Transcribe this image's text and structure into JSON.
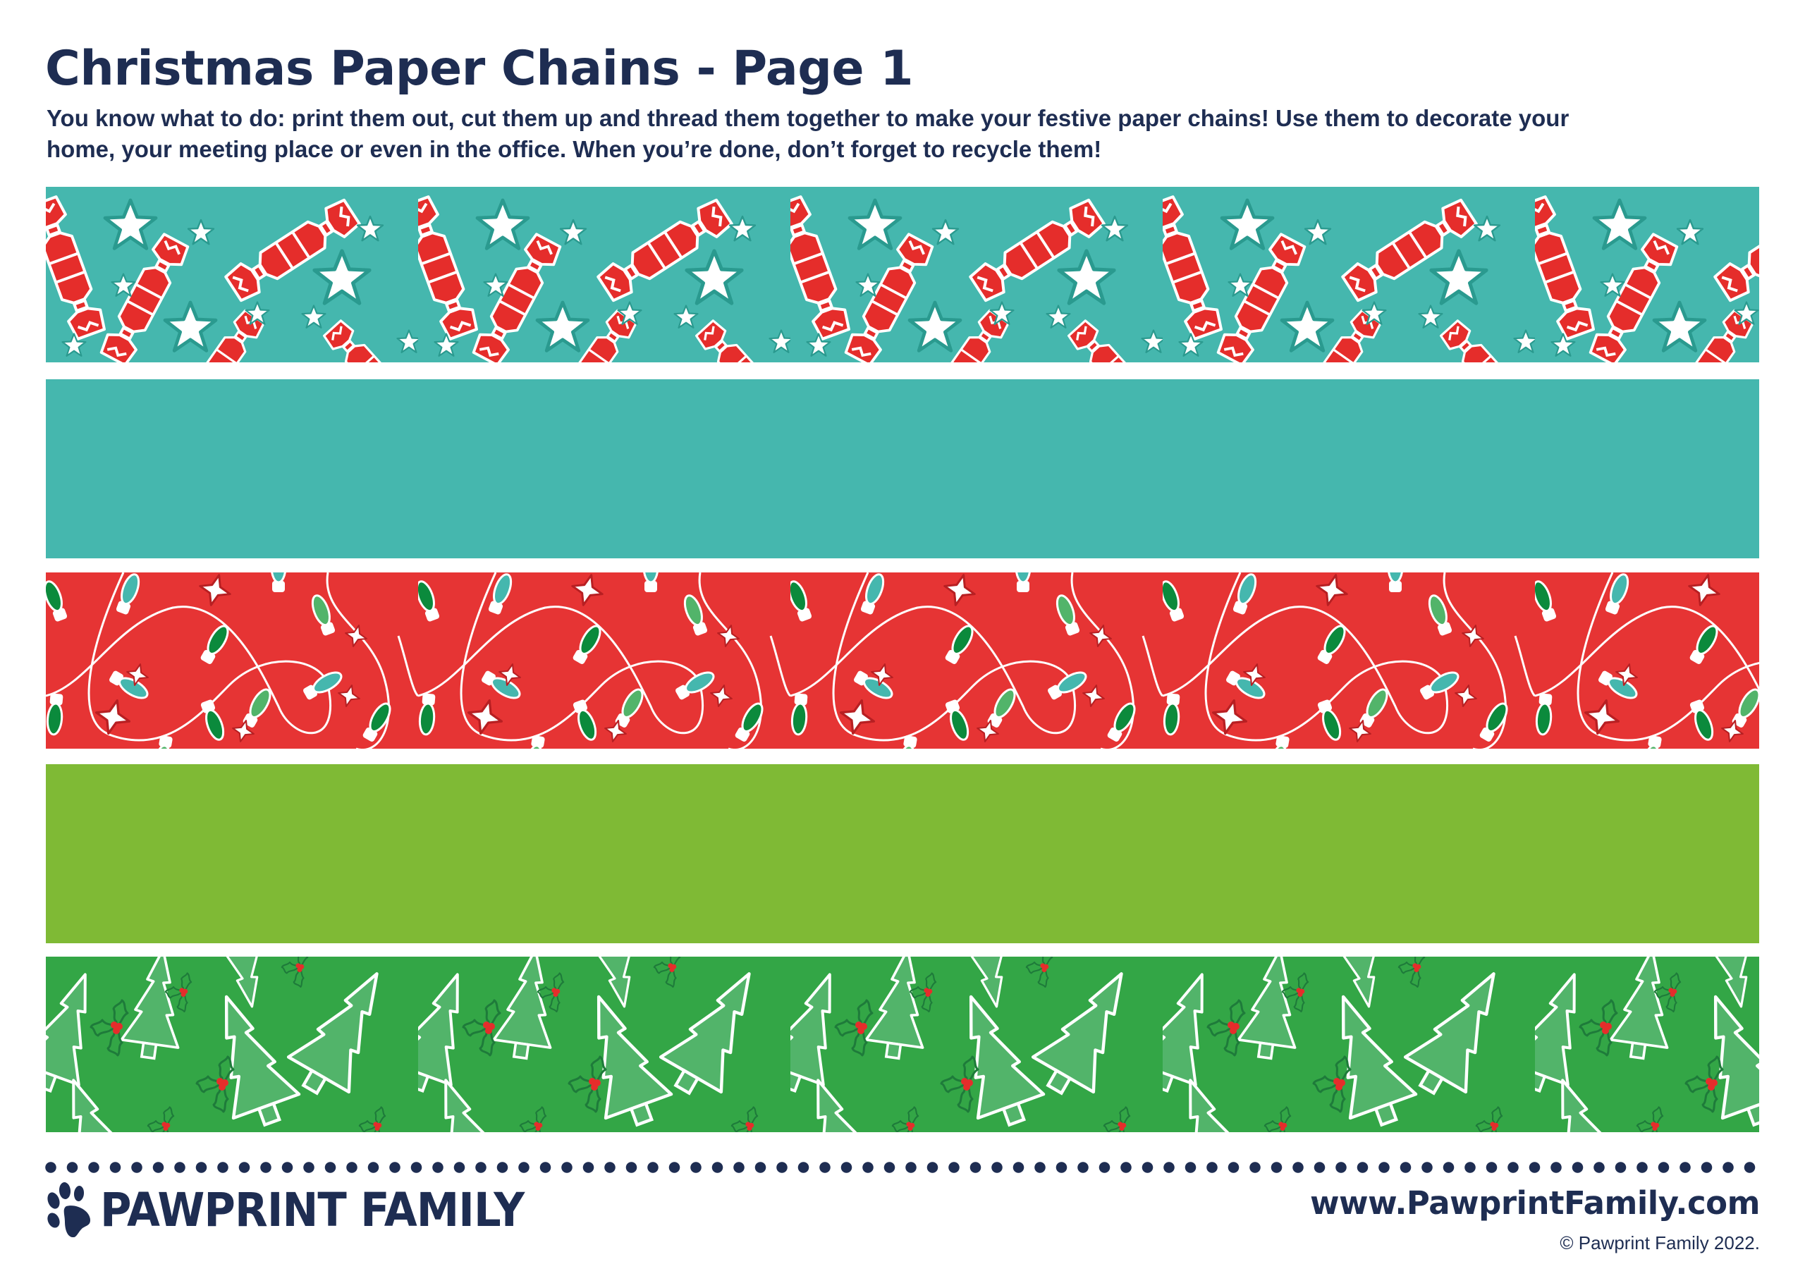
{
  "document": {
    "title": "Christmas Paper Chains - Page 1",
    "intro_lines": [
      "You know what to do: print them out, cut them up and thread them together to make your festive paper chains! Use them to decorate your",
      "home, your meeting place or even in the office. When you’re done, don’t forget to recycle them!"
    ]
  },
  "strips": [
    {
      "name": "crackers-and-stars",
      "pattern": "christmas-crackers-stars",
      "background": "#45B7AE",
      "accent": "#E52D2B"
    },
    {
      "name": "solid-teal",
      "pattern": "none",
      "background": "#45B7AE"
    },
    {
      "name": "fairy-lights",
      "pattern": "fairy-lights-stars",
      "background": "#E63434",
      "accent": "#FFFFFF"
    },
    {
      "name": "solid-lime",
      "pattern": "none",
      "background": "#7FBA35"
    },
    {
      "name": "trees-and-holly",
      "pattern": "christmas-trees-holly",
      "background": "#33A646",
      "accent": "#52B46A"
    }
  ],
  "footer": {
    "brand": "PAWPRINT FAMILY",
    "brand_icon": "paw-print-icon",
    "url": "www.PawprintFamily.com",
    "copyright": "© Pawprint Family 2022."
  },
  "colors": {
    "text": "#1E2D52",
    "teal": "#45B7AE",
    "red": "#E63434",
    "lime": "#7FBA35",
    "green": "#33A646"
  }
}
